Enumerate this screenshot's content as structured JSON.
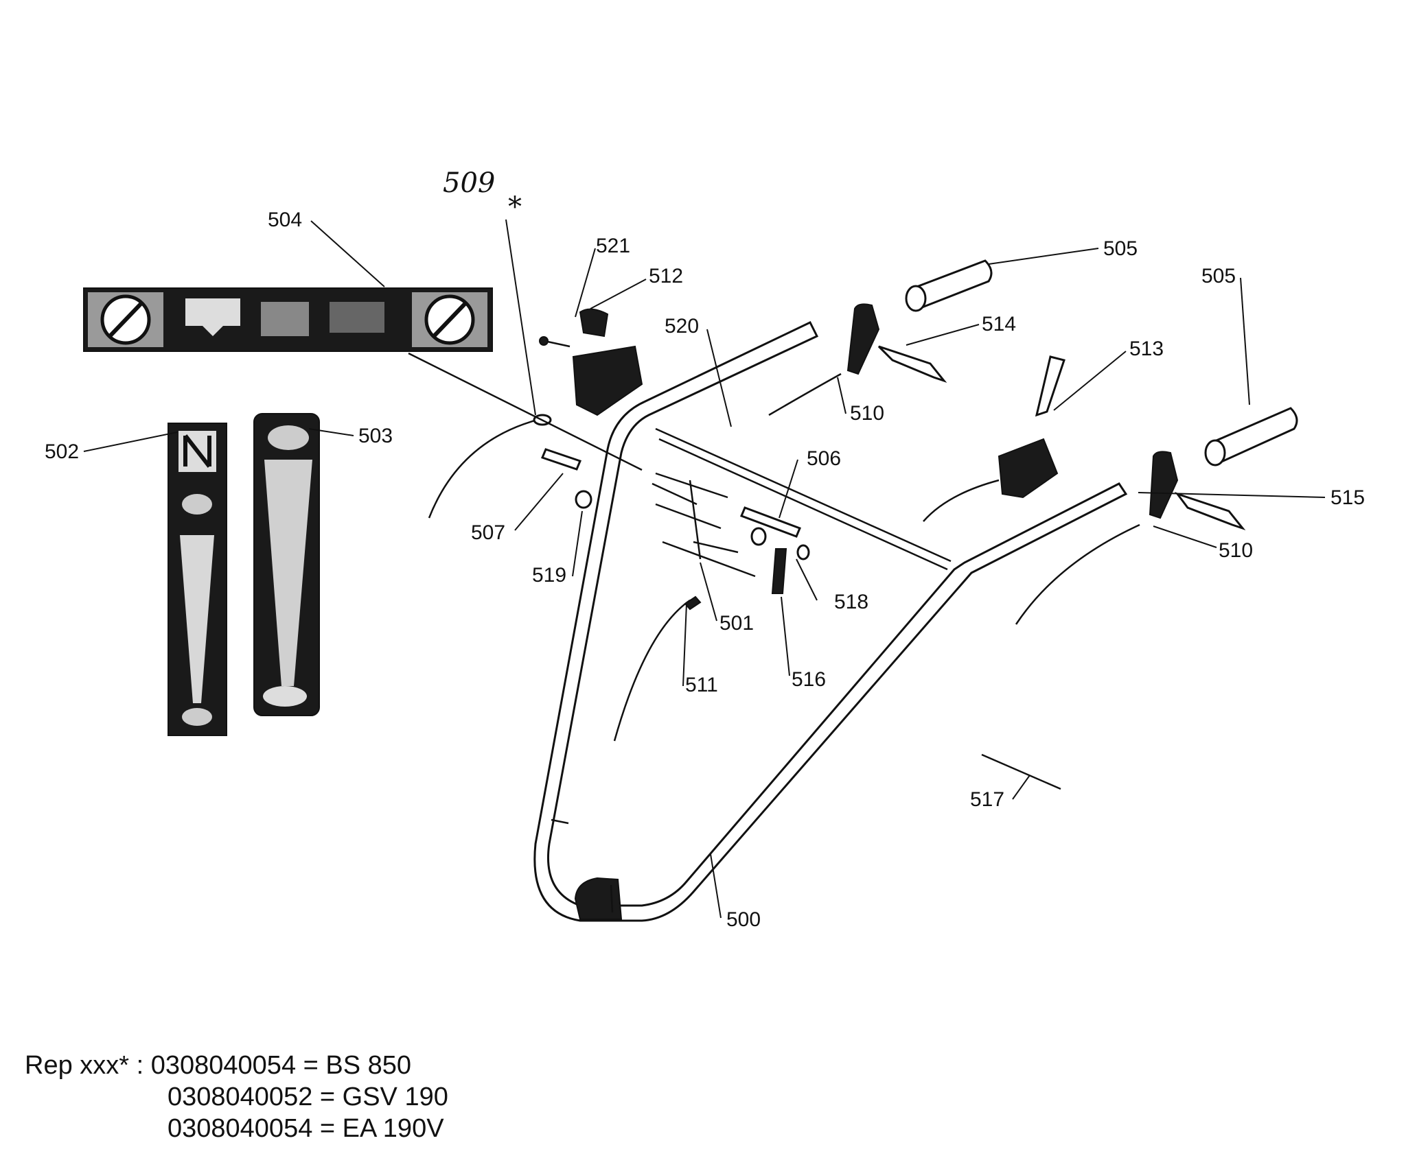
{
  "diagram": {
    "callouts": {
      "c500": "500",
      "c501": "501",
      "c502": "502",
      "c503": "503",
      "c504": "504",
      "c505a": "505",
      "c505b": "505",
      "c506": "506",
      "c507": "507",
      "c509": "509",
      "c509_star": "*",
      "c510a": "510",
      "c510b": "510",
      "c511": "511",
      "c512": "512",
      "c513": "513",
      "c514": "514",
      "c515": "515",
      "c516": "516",
      "c517": "517",
      "c518": "518",
      "c519": "519",
      "c520": "520",
      "c521": "521"
    }
  },
  "footnote": {
    "prefix": "Rep xxx* : ",
    "lines": [
      "0308040054 = BS 850",
      "0308040052 = GSV 190",
      "0308040054 = EA 190V"
    ]
  }
}
